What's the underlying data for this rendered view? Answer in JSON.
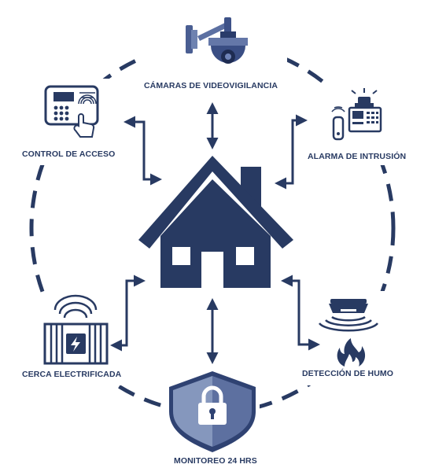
{
  "labels": {
    "cameras": "CÁMARAS DE VIDEOVIGILANCIA",
    "access": "CONTROL DE ACCESO",
    "intrusion": "ALARMA DE INTRUSIÓN",
    "fence": "CERCA ELECTRIFICADA",
    "smoke": "DETECCIÓN DE HUMO",
    "monitoring": "MONITOREO 24 HRS"
  },
  "icons": {
    "center": "house-icon",
    "cameras": "security-camera-icon",
    "access": "access-keypad-fingerprint-icon",
    "intrusion": "alarm-panel-icon",
    "fence": "electric-fence-icon",
    "smoke": "smoke-detector-fire-icon",
    "monitoring": "shield-padlock-icon"
  },
  "colors": {
    "navy": "#283a62",
    "shield_light": "#7d8fb4",
    "shield_dark": "#2f4272",
    "ring": "#283a62"
  }
}
